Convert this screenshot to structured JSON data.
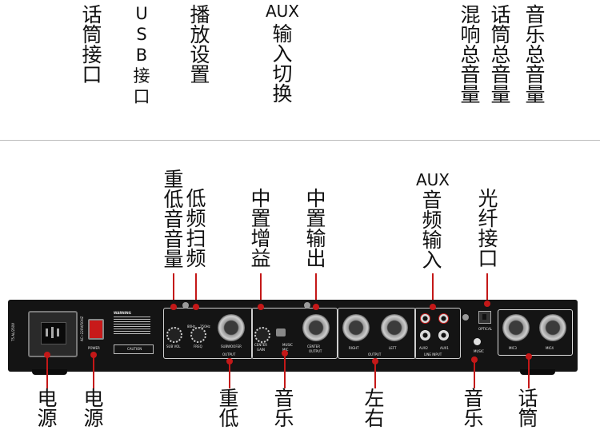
{
  "top_labels": {
    "mic_port": "话筒接口",
    "usb_port": "USB接口",
    "playback_settings": "播放设置",
    "aux_input_switch_prefix": "AUX",
    "aux_input_switch": "输入切换",
    "mix_reverb_master_volume": "混响总音量",
    "mic_master_volume": "话筒总音量",
    "music_master_volume": "音乐总音量"
  },
  "rear_labels": {
    "subwoofer_volume": "重低音音量",
    "low_freq_sweep": "低频扫频",
    "center_gain": "中置增益",
    "center_output": "中置输出",
    "aux_audio_input_prefix": "AUX",
    "aux_audio_input": "音频输入",
    "optical_port": "光纤接口"
  },
  "bottom_labels": {
    "power_source_1": "电源",
    "power_source_2": "电源",
    "subwoofer": "重低",
    "music_1": "音乐",
    "left_right": "左右",
    "music_2": "音乐",
    "mic": "话筒"
  },
  "panel_text": {
    "voltage": "T5 AL/250V",
    "ac_input": "AC~220V/50HZ",
    "power": "POWER",
    "warning": "WARNING",
    "caution": "CAUTION",
    "sub_vol": "SUB VOL",
    "freq": "FREQ",
    "freq_low": "80Hz",
    "freq_high": "250Hz",
    "subwoofer_output": "SUBWOOFER",
    "output": "OUTPUT",
    "center_gain": "CENTER",
    "gain": "GAIN",
    "music": "MUSIC",
    "mic": "MIC",
    "center_output": "CENTER",
    "right": "RIGHT",
    "left": "LEFT",
    "aux2": "AUX2",
    "aux1": "AUX1",
    "line_input": "LINE INPUT",
    "optical": "OPTICAL",
    "mic3": "MIC3",
    "mic4": "MIC4"
  },
  "colors": {
    "leader_line": "#c41818",
    "chassis": "#141414",
    "rca_red": "#c91d1d",
    "rca_white": "#e8e8e8"
  }
}
